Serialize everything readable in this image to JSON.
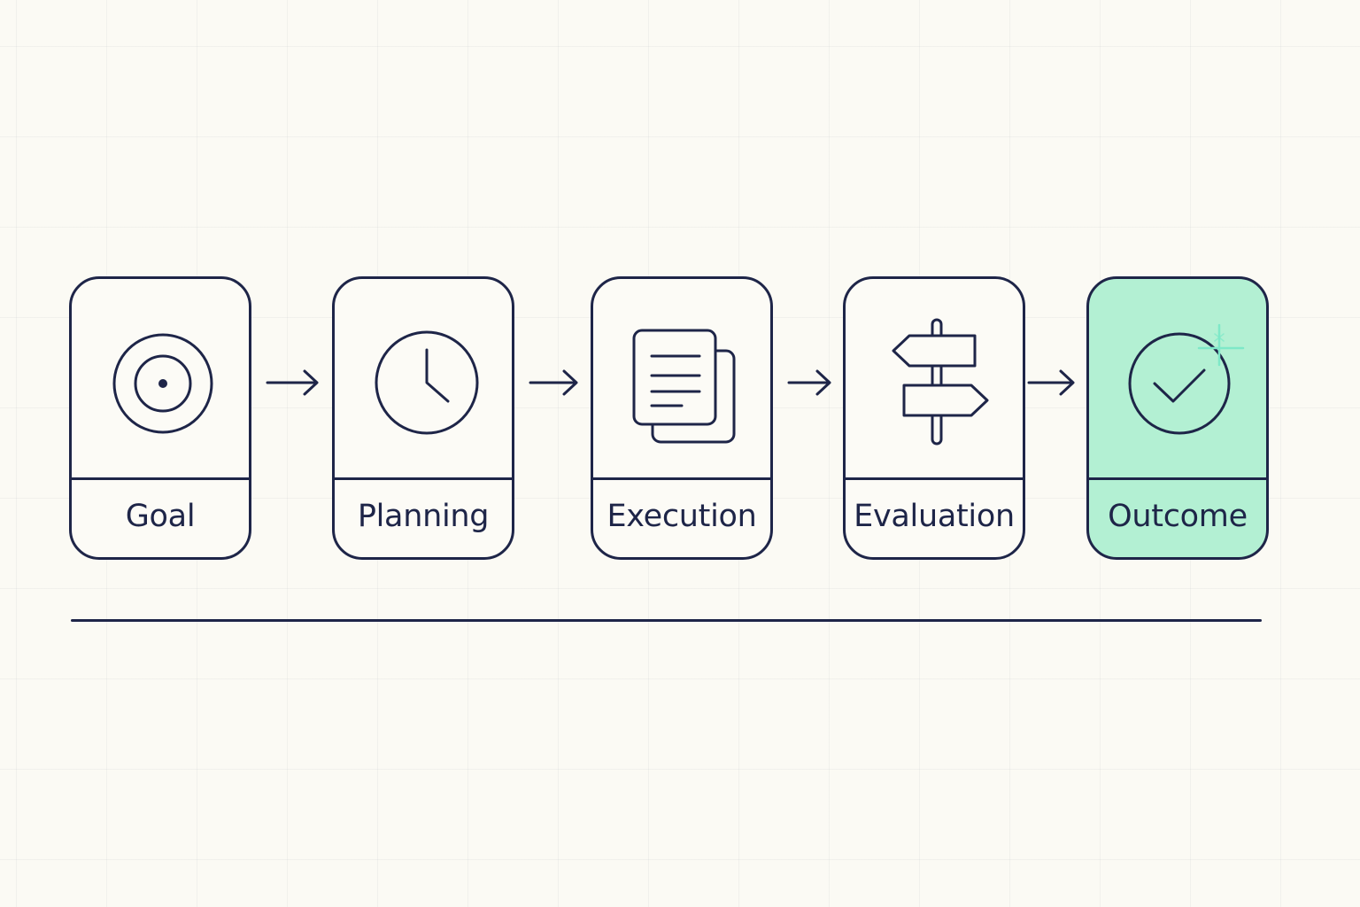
{
  "steps": [
    {
      "label": "Goal",
      "icon": "target-icon"
    },
    {
      "label": "Planning",
      "icon": "clock-icon"
    },
    {
      "label": "Execution",
      "icon": "documents-icon"
    },
    {
      "label": "Evaluation",
      "icon": "signpost-icon"
    },
    {
      "label": "Outcome",
      "icon": "check-circle-icon"
    }
  ],
  "colors": {
    "stroke": "#1e2548",
    "background": "#fbfaf4",
    "highlight": "#b3f0d3",
    "sparkle": "#7ee8c8"
  }
}
